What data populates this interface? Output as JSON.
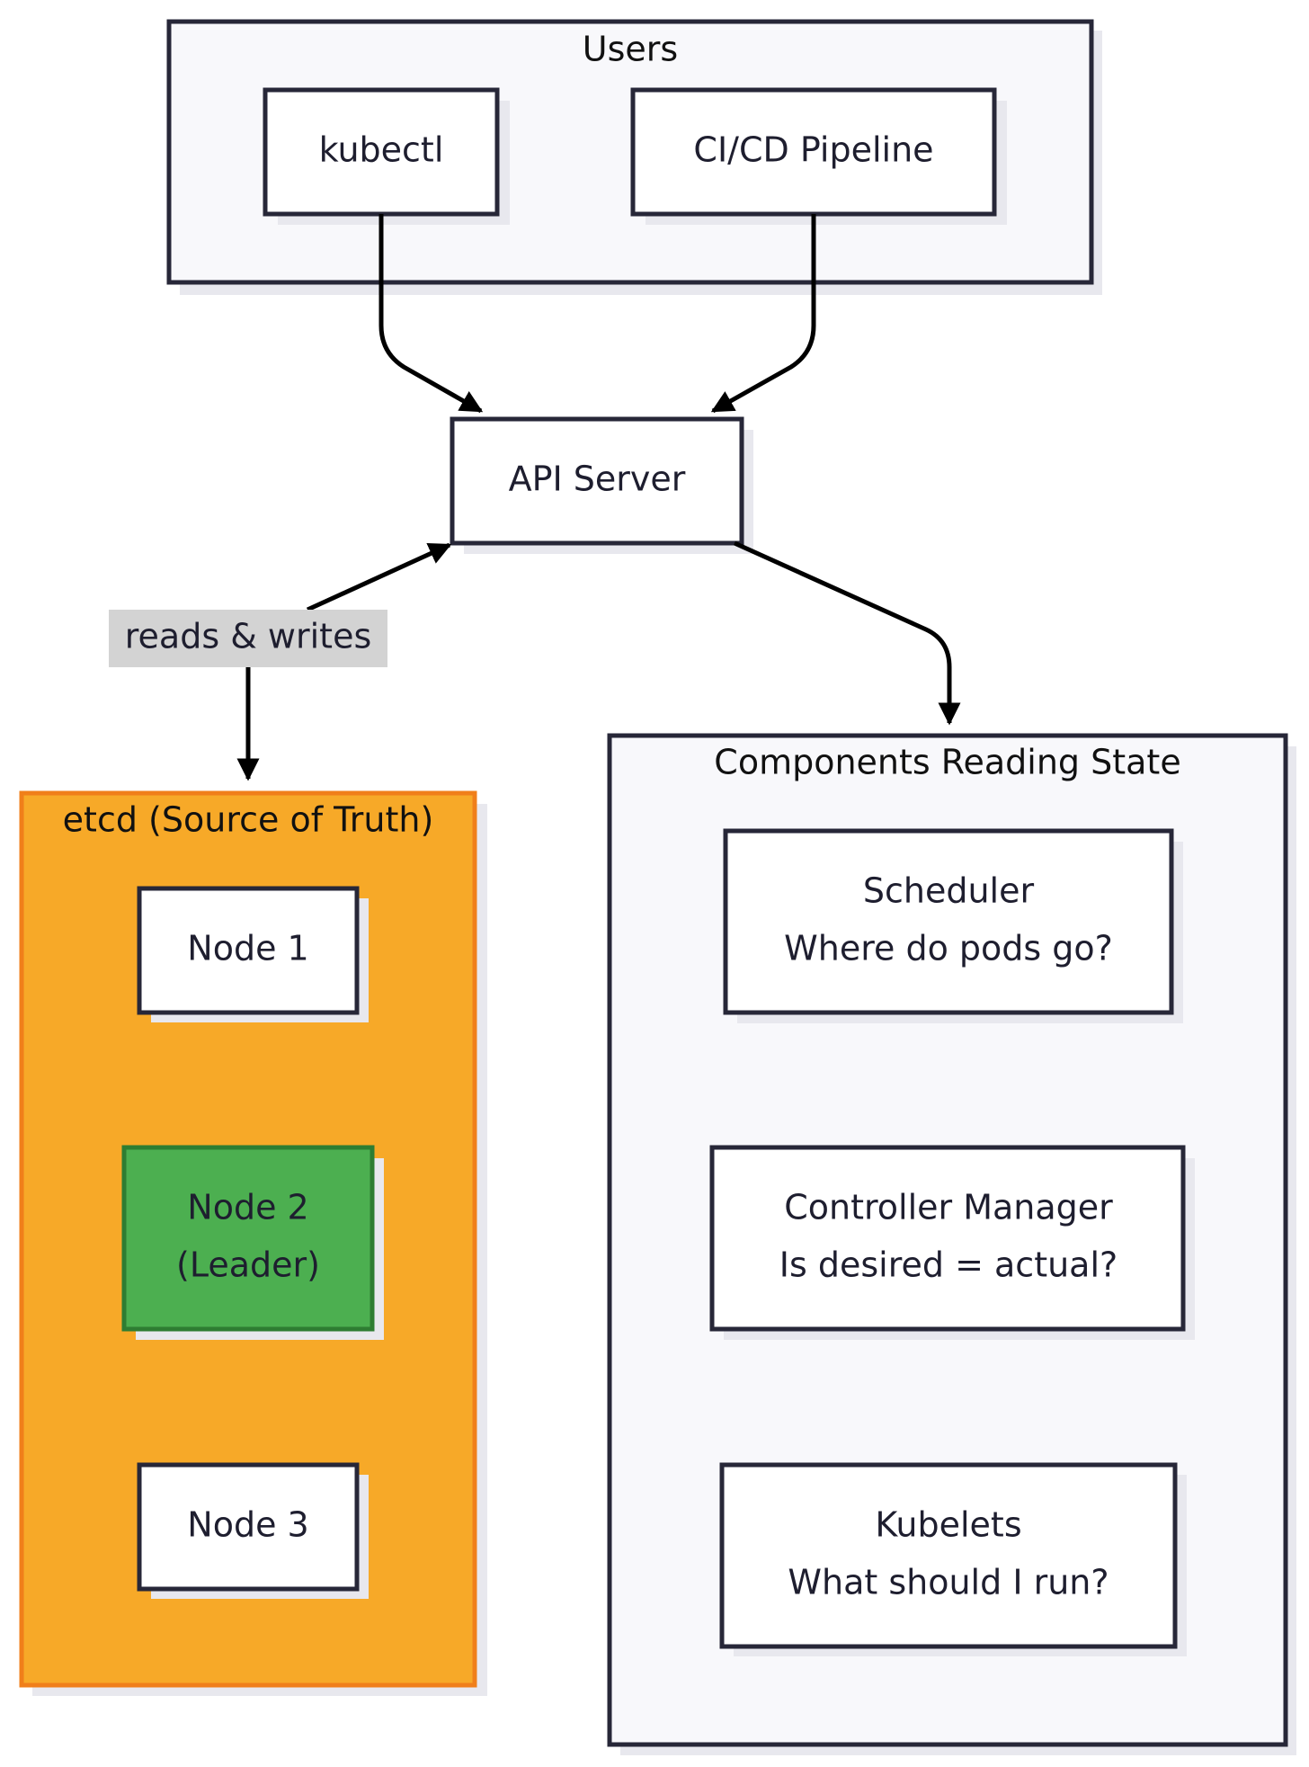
{
  "clusters": {
    "users": {
      "title": "Users"
    },
    "etcd": {
      "title": "etcd (Source of Truth)"
    },
    "components": {
      "title": "Components Reading State"
    }
  },
  "nodes": {
    "kubectl": {
      "label": "kubectl"
    },
    "cicd": {
      "label": "CI/CD Pipeline"
    },
    "api_server": {
      "label": "API Server"
    },
    "node1": {
      "label": "Node 1"
    },
    "node2": {
      "line1": "Node 2",
      "line2": "(Leader)"
    },
    "node3": {
      "label": "Node 3"
    },
    "scheduler": {
      "line1": "Scheduler",
      "line2": "Where do pods go?"
    },
    "controller_manager": {
      "line1": "Controller Manager",
      "line2": "Is desired = actual?"
    },
    "kubelets": {
      "line1": "Kubelets",
      "line2": "What should I run?"
    }
  },
  "edges": {
    "etcd_api_label": "reads & writes"
  },
  "colors": {
    "etcd_fill": "#f7a928",
    "etcd_border": "#f07f1a",
    "leader_fill": "#4caf50",
    "leader_border": "#2e7d32",
    "cluster_fill": "#f8f8fb",
    "border": "#272738",
    "edge_label_bg": "#d3d3d3"
  }
}
